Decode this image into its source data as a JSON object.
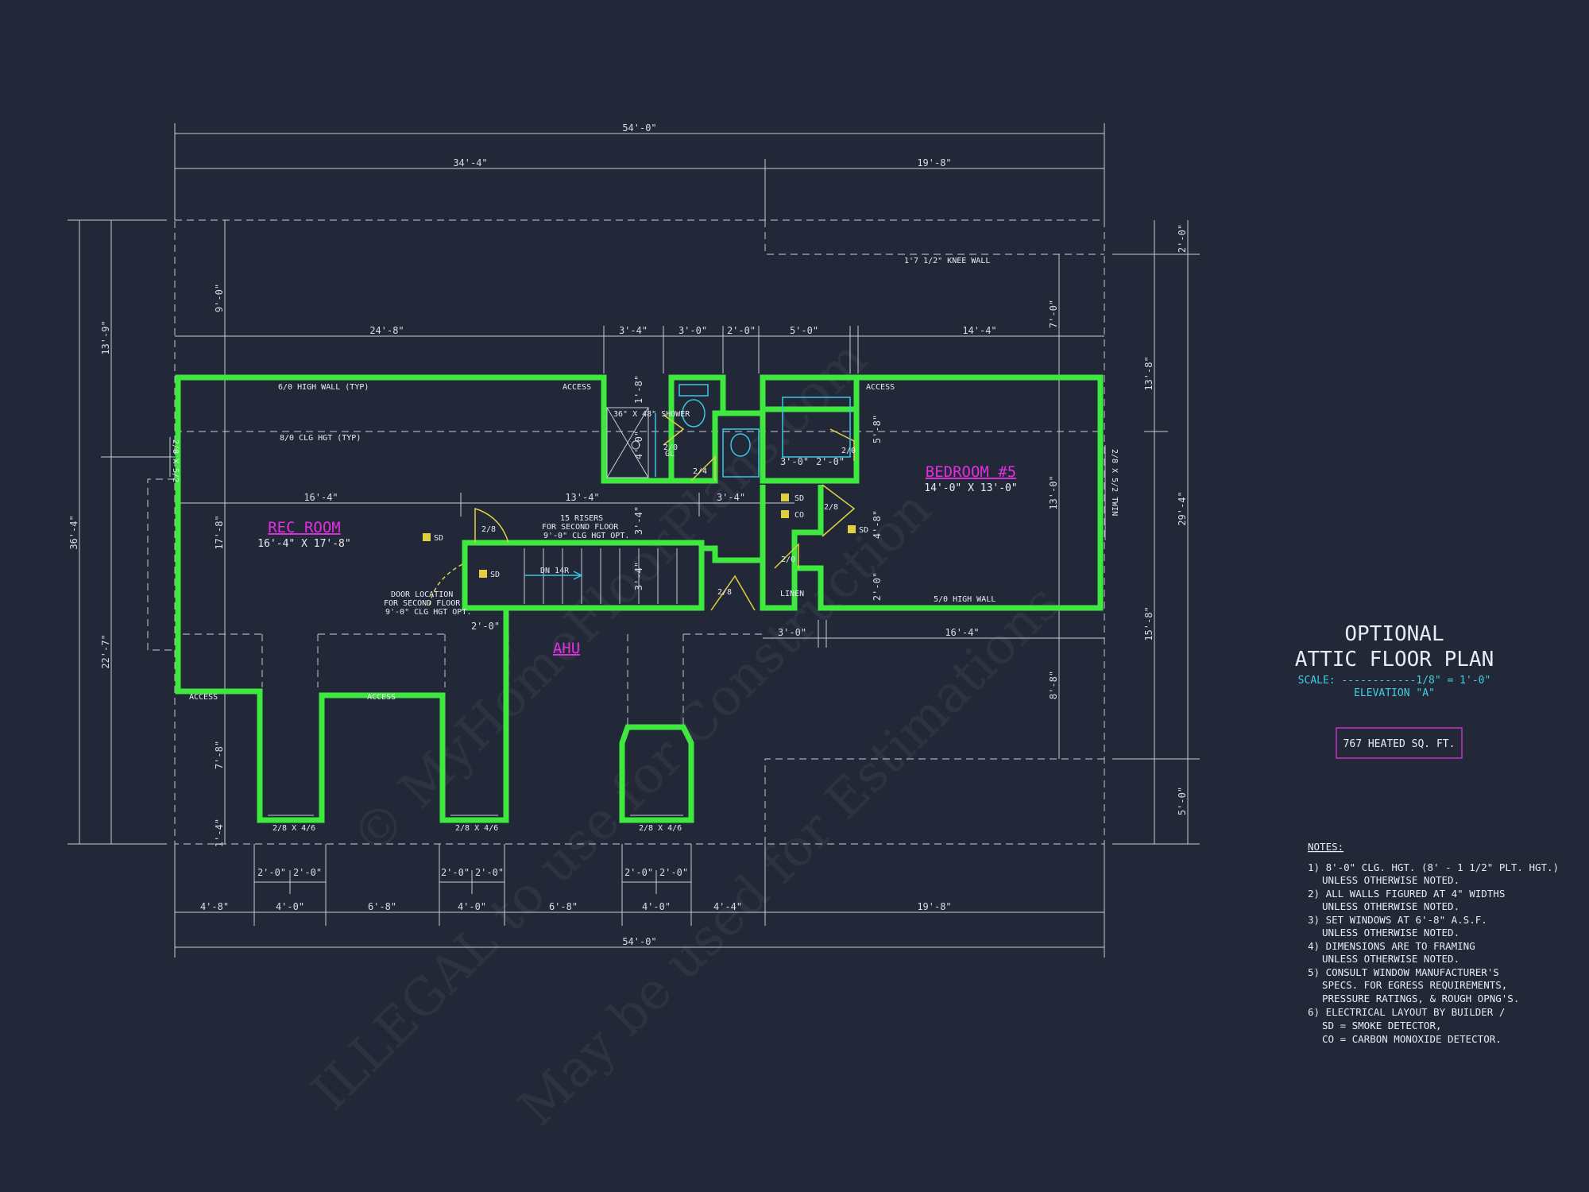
{
  "plan": {
    "title_line1": "OPTIONAL",
    "title_line2": "ATTIC FLOOR PLAN",
    "scale": "SCALE: ------------1/8\" = 1'-0\"",
    "elevation": "ELEVATION \"A\"",
    "heated_sqft": "767 HEATED SQ. FT."
  },
  "rooms": {
    "rec_room": {
      "name": "REC ROOM",
      "size": "16'-4\" X 17'-8\""
    },
    "bedroom": {
      "name": "BEDROOM #5",
      "size": "14'-0\" X 13'-0\""
    },
    "ahu": "AHU"
  },
  "labels": {
    "high_wall_typ": "6/0 HIGH WALL (TYP)",
    "clg_hgt_typ": "8/0 CLG HGT (TYP)",
    "access": "ACCESS",
    "shower": "36\" X 48\" SHOWER",
    "knee_wall": "1'7 1/2\" KNEE WALL",
    "risers_1": "15 RISERS",
    "risers_2": "FOR SECOND FLOOR",
    "risers_3": "9'-0\" CLG HGT OPT.",
    "door_loc_1": "DOOR LOCATION",
    "door_loc_2": "FOR SECOND FLOOR",
    "door_loc_3": "9'-0\" CLG HGT OPT.",
    "dn": "DN 14R",
    "linen": "LINEN",
    "high_wall_5": "5/0 HIGH WALL",
    "sd": "SD",
    "co": "CO",
    "gl": "GL",
    "twin_window": "2/8 X 5/2 TWIN",
    "left_window": "2/8 X 5/2",
    "dormer_window": "2/8 X 4/6",
    "door_28": "2/8",
    "door_24": "2/4",
    "door_20": "2/0",
    "door_20_gl": "2/0"
  },
  "dims": {
    "top_total": "54'-0\"",
    "top_left": "34'-4\"",
    "top_right": "19'-8\"",
    "row2": [
      "24'-8\"",
      "3'-4\"",
      "3'-0\"",
      "2'-0\"",
      "5'-0\"",
      "14'-4\""
    ],
    "left_total": "36'-4\"",
    "left_13_9": "13'-9\"",
    "left_22_7": "22'-7\"",
    "left_9_0": "9'-0\"",
    "left_17_8": "17'-8\"",
    "left_7_8": "7'-8\"",
    "left_1_4": "1'-4\"",
    "right_total": "29'-4\"",
    "right_2_0": "2'-0\"",
    "right_13_8": "13'-8\"",
    "right_15_8": "15'-8\"",
    "right_5_0": "5'-0\"",
    "right_7_0": "7'-0\"",
    "right_13_0": "13'-0\"",
    "right_8_8": "8'-8\"",
    "int_16_4a": "16'-4\"",
    "int_13_4": "13'-4\"",
    "int_3_4a": "3'-4\"",
    "int_3_4b": "3'-4\"",
    "int_3_4c": "3'-4\"",
    "int_3_0a": "3'-0\"",
    "int_2_0a": "2'-0\"",
    "int_5_8": "5'-8\"",
    "int_4_8": "4'-8\"",
    "int_2_0b": "2'-0\"",
    "int_1_8": "1'-8\"",
    "int_4_0": "4'-0\"",
    "int_3_0b": "3'-0\"",
    "int_16_4b": "16'-4\"",
    "int_2_0c": "2'-0\"",
    "bottom_sub": [
      "2'-0\"",
      "2'-0\"",
      "2'-0\"",
      "2'-0\"",
      "2'-0\"",
      "2'-0\""
    ],
    "bottom_row": [
      "4'-8\"",
      "4'-0\"",
      "6'-8\"",
      "4'-0\"",
      "6'-8\"",
      "4'-0\"",
      "4'-4\"",
      "19'-8\""
    ],
    "bottom_total": "54'-0\""
  },
  "notes": {
    "heading": "NOTES:",
    "lines": [
      "1) 8'-0\" CLG. HGT. (8' - 1 1/2\" PLT. HGT.)",
      "UNLESS OTHERWISE NOTED.",
      "2) ALL WALLS FIGURED AT 4\" WIDTHS",
      "UNLESS OTHERWISE NOTED.",
      "3) SET WINDOWS AT 6'-8\" A.S.F.",
      "UNLESS OTHERWISE NOTED.",
      "4) DIMENSIONS ARE TO FRAMING",
      "UNLESS OTHERWISE NOTED.",
      "5) CONSULT WINDOW MANUFACTURER'S",
      "SPECS. FOR EGRESS REQUIREMENTS,",
      "PRESSURE RATINGS, & ROUGH OPNG'S.",
      "6) ELECTRICAL LAYOUT BY BUILDER /",
      "SD = SMOKE DETECTOR,",
      "CO = CARBON MONOXIDE DETECTOR."
    ]
  },
  "watermark": {
    "line1": "© MyHomeFloorPlans.com",
    "line2": "ILLEGAL to use for Construction",
    "line3": "May be used for Estimations"
  },
  "colors": {
    "background": "#222838",
    "walls": "#3ee83e",
    "room_labels": "#e030e0",
    "title_accent": "#40d0e0",
    "doors": "#e0d040",
    "fixtures": "#38c8e0"
  }
}
